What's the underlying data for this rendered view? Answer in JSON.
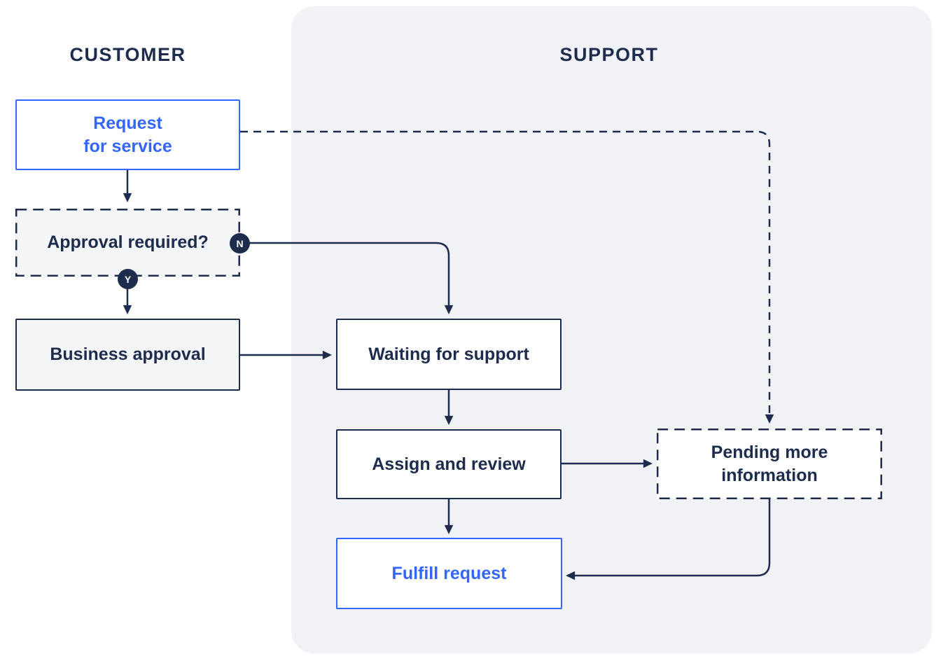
{
  "lanes": [
    {
      "id": "customer",
      "label": "CUSTOMER"
    },
    {
      "id": "support",
      "label": "SUPPORT"
    }
  ],
  "nodes": [
    {
      "id": "request-for-service",
      "label": "Request for service",
      "lines": [
        "Request",
        "for service"
      ],
      "variant": "blue-outline",
      "lane": "customer"
    },
    {
      "id": "approval-required",
      "label": "Approval required?",
      "lines": [
        "Approval required?"
      ],
      "variant": "dashed-gray",
      "lane": "customer"
    },
    {
      "id": "business-approval",
      "label": "Business approval",
      "lines": [
        "Business approval"
      ],
      "variant": "solid-gray",
      "lane": "customer"
    },
    {
      "id": "waiting-for-support",
      "label": "Waiting for support",
      "lines": [
        "Waiting for support"
      ],
      "variant": "solid-white",
      "lane": "support"
    },
    {
      "id": "assign-and-review",
      "label": "Assign and review",
      "lines": [
        "Assign and review"
      ],
      "variant": "solid-white",
      "lane": "support"
    },
    {
      "id": "pending-more-information",
      "label": "Pending more information",
      "lines": [
        "Pending more",
        "information"
      ],
      "variant": "dashed-white",
      "lane": "support"
    },
    {
      "id": "fulfill-request",
      "label": "Fulfill request",
      "lines": [
        "Fulfill request"
      ],
      "variant": "blue-outline",
      "lane": "support"
    }
  ],
  "badges": [
    {
      "id": "no",
      "label": "N"
    },
    {
      "id": "yes",
      "label": "Y"
    }
  ],
  "edges": [
    {
      "from": "request-for-service",
      "to": "approval-required",
      "style": "solid"
    },
    {
      "from": "request-for-service",
      "to": "pending-more-information",
      "style": "dashed"
    },
    {
      "from": "approval-required",
      "to": "waiting-for-support",
      "style": "solid",
      "label": "N"
    },
    {
      "from": "approval-required",
      "to": "business-approval",
      "style": "solid",
      "label": "Y"
    },
    {
      "from": "business-approval",
      "to": "waiting-for-support",
      "style": "solid"
    },
    {
      "from": "waiting-for-support",
      "to": "assign-and-review",
      "style": "solid"
    },
    {
      "from": "assign-and-review",
      "to": "pending-more-information",
      "style": "solid"
    },
    {
      "from": "assign-and-review",
      "to": "fulfill-request",
      "style": "solid"
    },
    {
      "from": "pending-more-information",
      "to": "fulfill-request",
      "style": "solid"
    }
  ],
  "colors": {
    "navy": "#1D2B4D",
    "blue": "#3366FF",
    "panel": "#F1F2F5",
    "gray_fill": "#F4F5F7",
    "white": "#FFFFFF"
  }
}
